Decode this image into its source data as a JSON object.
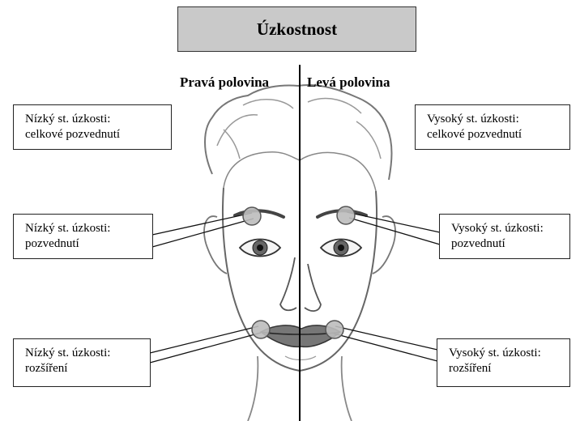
{
  "title": "Úzkostnost",
  "halves": {
    "right": "Pravá polovina",
    "left": "Levá polovina"
  },
  "callouts": {
    "forehead_low": {
      "line1": "Nízký st. úzkosti:",
      "line2": "celkové pozvednutí"
    },
    "forehead_high": {
      "line1": "Vysoký st. úzkosti:",
      "line2": "celkové pozvednutí"
    },
    "brow_low": {
      "line1": "Nízký st. úzkosti:",
      "line2": "pozvednutí"
    },
    "brow_high": {
      "line1": "Vysoký st. úzkosti:",
      "line2": "pozvednutí"
    },
    "mouth_low": {
      "line1": "Nízký st. úzkosti:",
      "line2": "rozšíření"
    },
    "mouth_high": {
      "line1": "Vysoký st. úzkosti:",
      "line2": "rozšíření"
    }
  },
  "colors": {
    "title_fill": "#c9c9c9",
    "marker_fill": "#bdbdbd",
    "line": "#111111"
  }
}
